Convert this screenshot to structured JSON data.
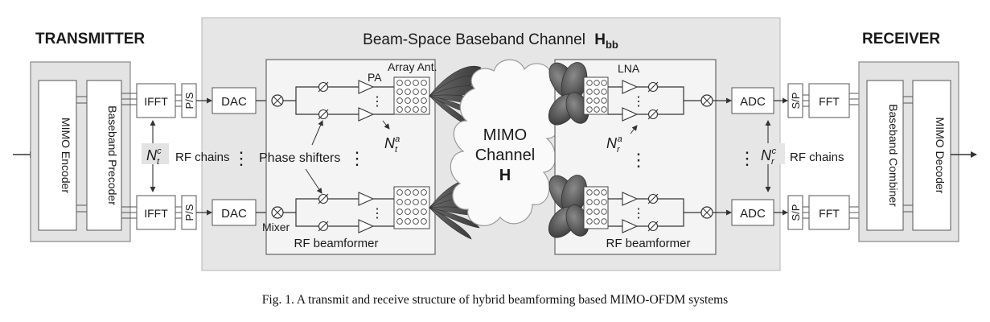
{
  "header": {
    "transmitter": "TRANSMITTER",
    "receiver": "RECEIVER",
    "channel_title": "Beam-Space Baseband Channel",
    "channel_symbol": "H",
    "channel_subscript": "bb"
  },
  "tx": {
    "mimo_encoder": "MIMO Encoder",
    "baseband_precoder": "Baseband Precoder",
    "ifft": "IFFT",
    "ps": "P/S",
    "dac": "DAC",
    "mixer": "Mixer",
    "nc_base": "N",
    "nc_sub": "t",
    "nc_sup": "c",
    "rf_chains": "RF chains",
    "dots": "⋮"
  },
  "tx_rf": {
    "pa": "PA",
    "array_ant": "Array Ant.",
    "phase_shifters": "Phase shifters",
    "na_base": "N",
    "na_sub": "t",
    "na_sup": "a",
    "rf_beamformer": "RF beamformer"
  },
  "channel": {
    "line1": "MIMO",
    "line2": "Channel",
    "line3": "H"
  },
  "rx_rf": {
    "lna": "LNA",
    "na_base": "N",
    "na_sub": "r",
    "na_sup": "a",
    "rf_beamformer": "RF beamformer"
  },
  "rx": {
    "adc": "ADC",
    "sp": "S/P",
    "fft": "FFT",
    "nc_base": "N",
    "nc_sub": "r",
    "nc_sup": "c",
    "rf_chains": "RF chains",
    "baseband_combiner": "Baseband Combiner",
    "mimo_decoder": "MIMO Decoder"
  },
  "caption": "Fig. 1.  A transmit and receive structure of hybrid beamforming based MIMO-OFDM systems"
}
